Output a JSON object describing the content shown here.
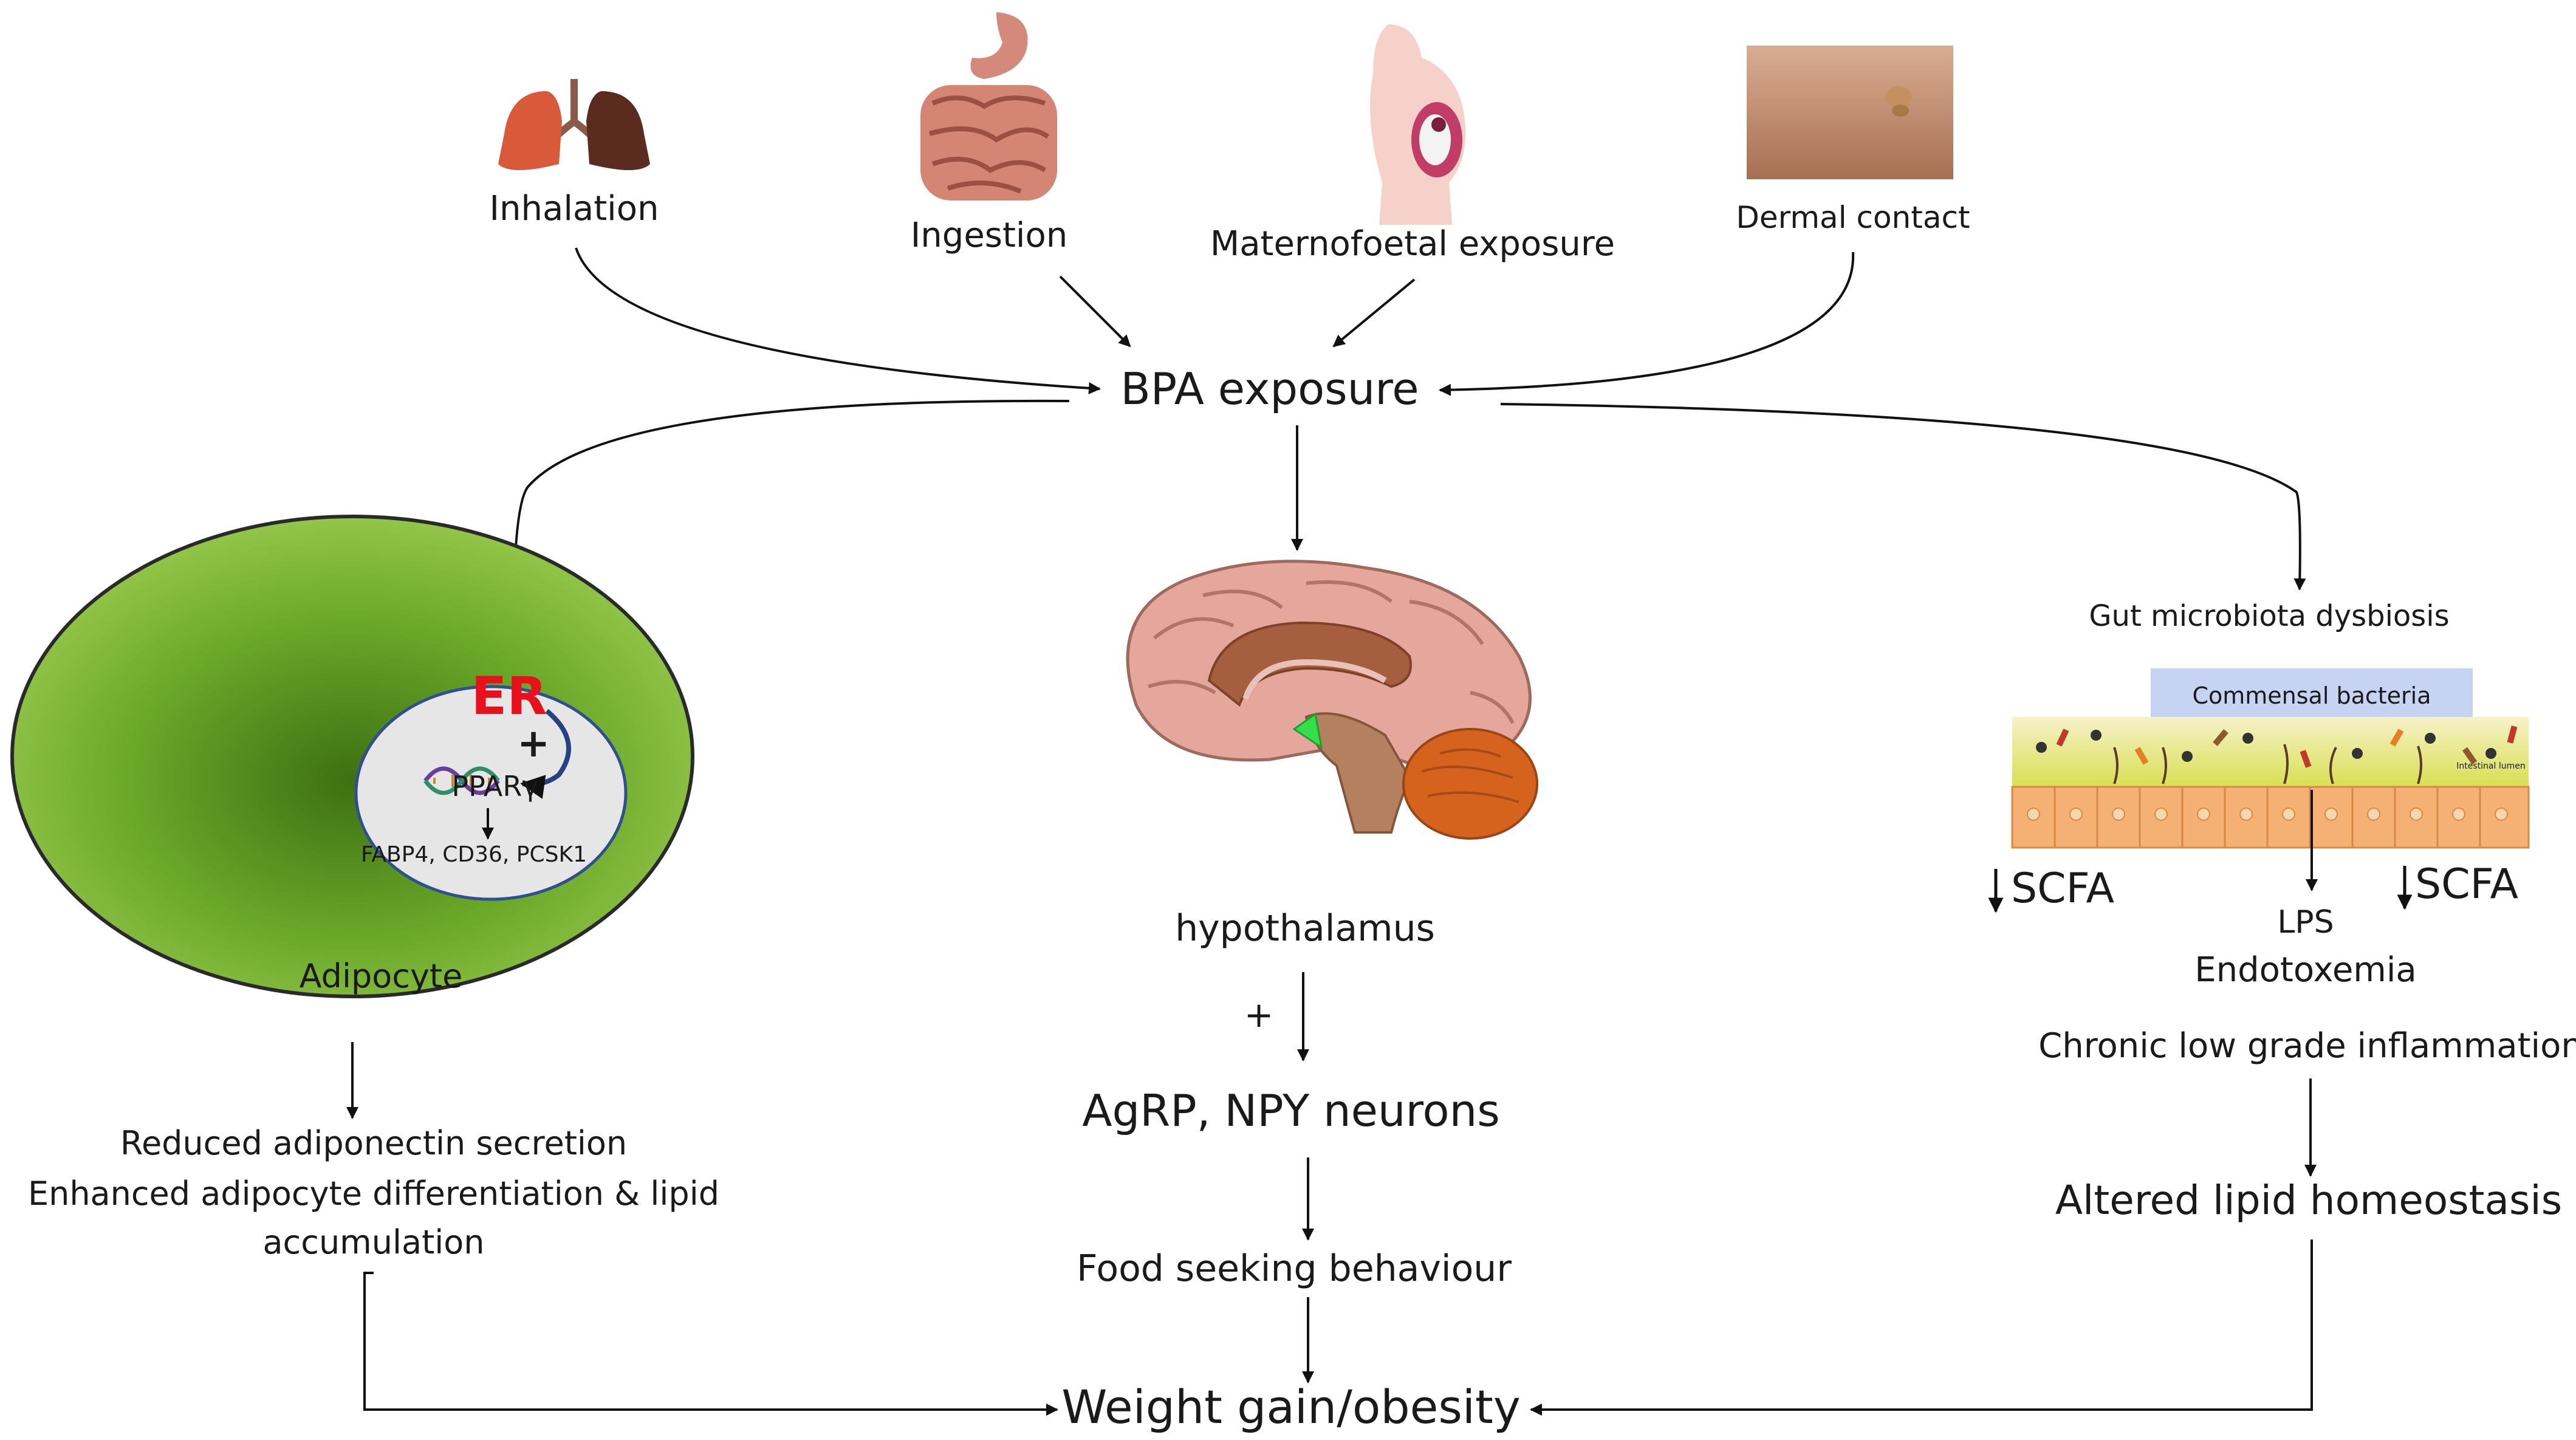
{
  "sources": {
    "inhalation": "Inhalation",
    "ingestion": "Ingestion",
    "maternofoetal": "Maternofoetal exposure",
    "dermal": "Dermal contact"
  },
  "center": {
    "bpa_exposure": "BPA exposure",
    "hypothalamus": "hypothalamus",
    "plus": "+",
    "agrp_npy": "AgRP, NPY neurons",
    "food_seeking": "Food seeking behaviour",
    "weight_gain": "Weight gain/obesity"
  },
  "adipocyte": {
    "er": "ER",
    "plus": "+",
    "ppar": "PPARγ",
    "genes": "FABP4, CD36, PCSK1",
    "cell_label": "Adipocyte",
    "effects": [
      "Reduced adiponectin secretion",
      "Enhanced adipocyte differentiation & lipid",
      "accumulation"
    ]
  },
  "gut": {
    "dysbiosis": "Gut microbiota dysbiosis",
    "commensal": "Commensal bacteria",
    "lumen": "Intestinal lumen",
    "scfa": "SCFA",
    "lps": "LPS",
    "endotoxemia": "Endotoxemia",
    "inflammation": "Chronic low grade inflammation",
    "lipid": "Altered lipid homeostasis"
  },
  "colors": {
    "cell_green": "#7ab530",
    "cell_dark": "#3f7a14",
    "nucleus": "#e6e6e6",
    "nucleus_border": "#2f4f8f",
    "er_red": "#e8101a",
    "commensal_band": "#c7d3f2",
    "lumen_yellow": "#e2e36a",
    "epithelium": "#f5b173",
    "brain_pink": "#e5a79b",
    "brain_dark": "#c8877a",
    "brainstem": "#b58060",
    "cerebellum": "#d5631e",
    "hypothalamus_green": "#33e04a"
  }
}
